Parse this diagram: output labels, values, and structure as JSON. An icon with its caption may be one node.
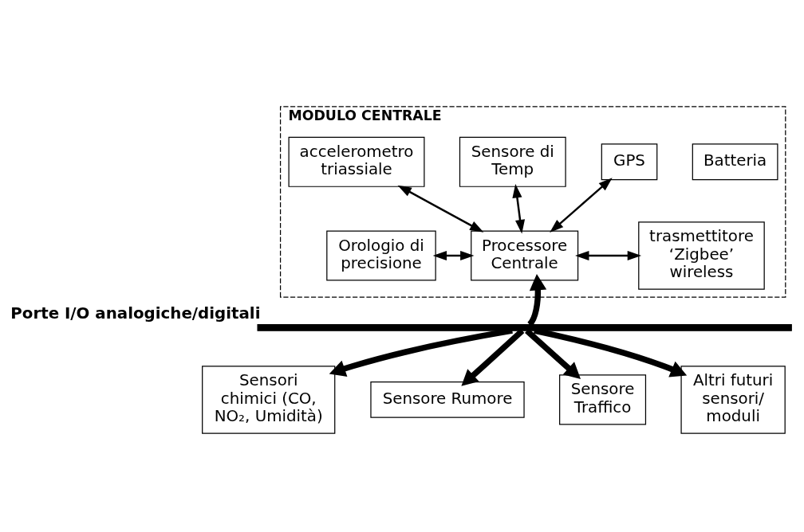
{
  "diagram": {
    "nodes": [
      {
        "text": [
          "MODULO CENTRALE"
        ]
      },
      {
        "text": [
          "accelerometro triassiale"
        ],
        "in": 0
      },
      {
        "text": [
          "Sensore di Temp"
        ],
        "in": 0
      },
      {
        "text": [
          "GPS"
        ],
        "in": 0
      },
      {
        "text": [
          "Batteria"
        ],
        "in": 0
      },
      {
        "text": [
          "Orologio di precisione"
        ],
        "in": 0
      },
      {
        "text": [
          "Processore Centrale"
        ],
        "in": 0
      },
      {
        "text": [
          "trasmettitore ‘Zigbee’ wireless"
        ],
        "in": 0
      },
      {
        "text": [],
        "shape": "bar",
        "beside": [
          "Porte I/O analogiche/digitali"
        ]
      },
      {
        "text": [
          "Sensori chimici (CO, NO₂, Umidità)"
        ]
      },
      {
        "text": [
          "Sensore Rumore"
        ]
      },
      {
        "text": [
          "Sensore Traffico"
        ]
      },
      {
        "text": [
          "Altri futuri sensori/ moduli"
        ]
      }
    ],
    "edges": [
      {
        "from": 1,
        "to": 6,
        "arrow": "both"
      },
      {
        "from": 2,
        "to": 6,
        "arrow": "both"
      },
      {
        "from": 3,
        "to": 6,
        "arrow": "both"
      },
      {
        "from": 5,
        "to": 6,
        "arrow": "both"
      },
      {
        "from": 6,
        "to": 7,
        "arrow": "both"
      },
      {
        "from": 8,
        "to": 6,
        "arrow": "to",
        "style": "thick"
      },
      {
        "from": 8,
        "to": 9,
        "arrow": "to",
        "style": "thick"
      },
      {
        "from": 8,
        "to": 10,
        "arrow": "to",
        "style": "thick"
      },
      {
        "from": 8,
        "to": 11,
        "arrow": "to",
        "style": "thick"
      },
      {
        "from": 8,
        "to": 12,
        "arrow": "to",
        "style": "thick"
      }
    ]
  }
}
